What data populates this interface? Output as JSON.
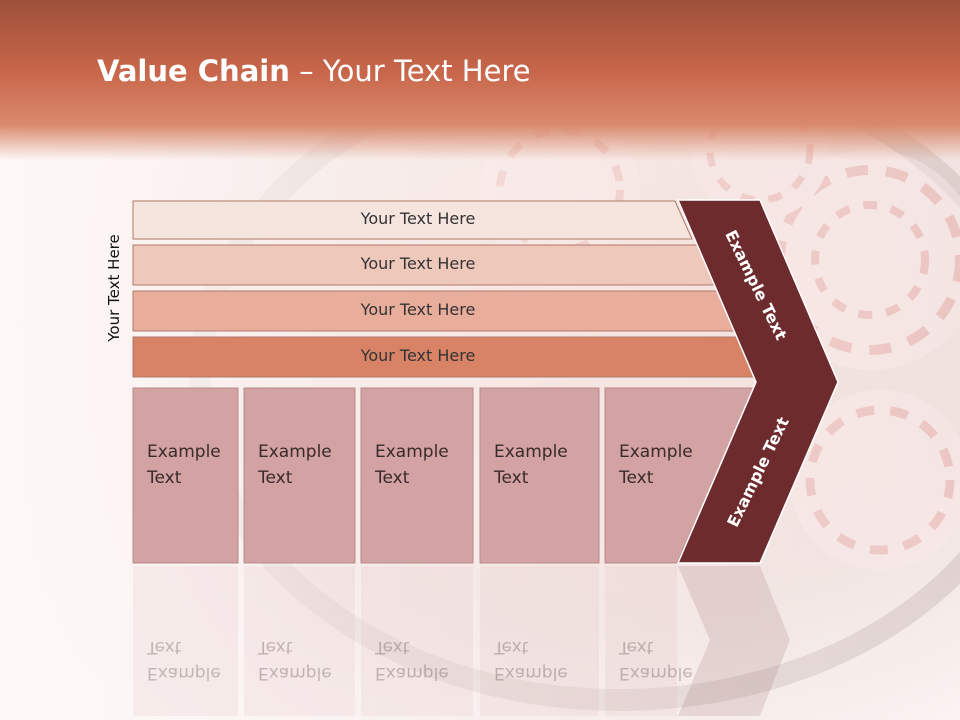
{
  "slide": {
    "title_bold": "Value Chain",
    "title_rest": " – Your Text Here",
    "vertical_label": "Your Text Here"
  },
  "bands": [
    {
      "label": "Your Text Here",
      "color": "#f6e4df"
    },
    {
      "label": "Your Text Here",
      "color": "#efc8bc"
    },
    {
      "label": "Your Text Here",
      "color": "#e8ae9b"
    },
    {
      "label": "Your Text Here",
      "color": "#d98366"
    }
  ],
  "cells": [
    {
      "line1": "Example",
      "line2": "Text"
    },
    {
      "line1": "Example",
      "line2": "Text"
    },
    {
      "line1": "Example",
      "line2": "Text"
    },
    {
      "line1": "Example",
      "line2": "Text"
    },
    {
      "line1": "Example",
      "line2": "Text"
    }
  ],
  "chevron": {
    "upper_label": "Example Text",
    "lower_label": "Example Text",
    "color": "#6e2b2d"
  },
  "colors": {
    "cell_fill": "#d3a2a3",
    "cell_stroke": "#b88a8b",
    "header": "#c8664a"
  }
}
